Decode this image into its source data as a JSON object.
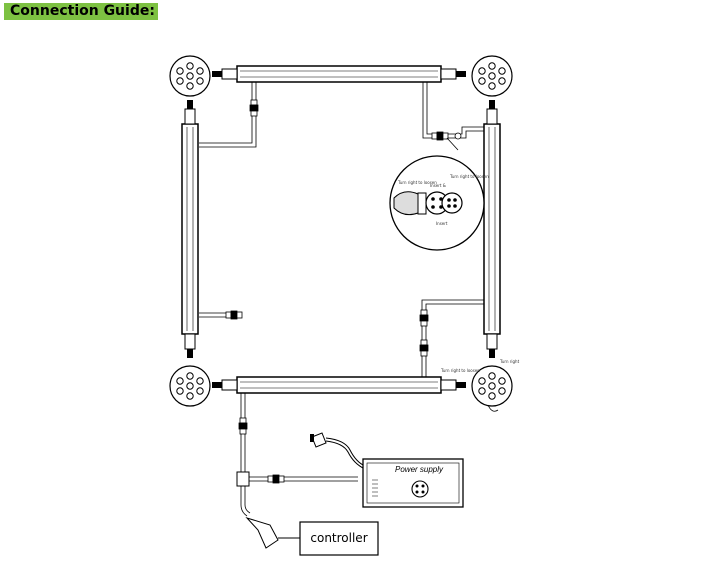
{
  "header": {
    "title": "Connection Guide:"
  },
  "labels": {
    "power_supply": "Power supply",
    "controller": "controller",
    "turn_right_to_loosen": "Turn right to loosen",
    "insert_tighten": "Insert &",
    "turn_right_to_loosen_2": "Turn right to loosen",
    "insert": "Insert",
    "turn_right_bottom": "Turn right to loosen",
    "turn_right_bottom_2": "Turn right"
  },
  "colors": {
    "header_bg": "#7dc142",
    "line": "#000000"
  }
}
